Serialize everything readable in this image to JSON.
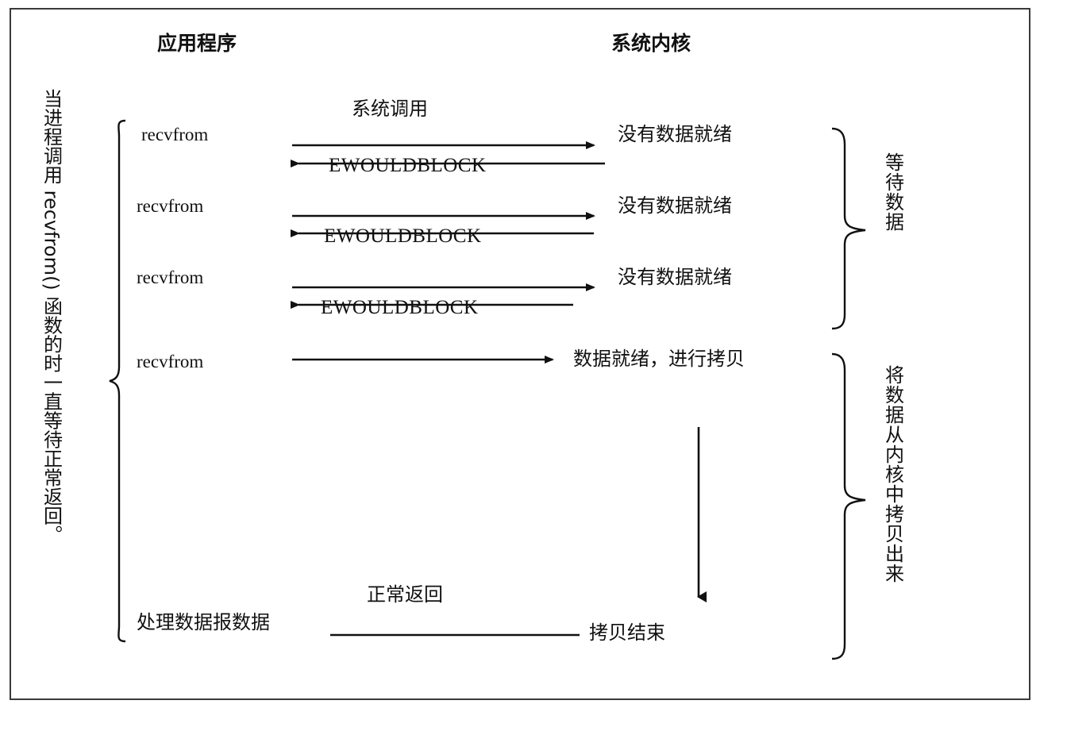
{
  "diagram": {
    "title_left": "应用程序",
    "title_right": "系统内核",
    "left_side_note": "当进程调用 recvfrom() 函数的时一直等待正常返回。",
    "right_note_top": "等待数据",
    "right_note_bottom": "将数据从内核中拷贝出来",
    "syscall_label": "系统调用",
    "error_label_1": "EWOULDBLOCK",
    "error_label_2": "EWOULDBLOCK",
    "error_label_3": "EWOULDBLOCK",
    "call_1": "recvfrom",
    "call_2": "recvfrom",
    "call_3": "recvfrom",
    "call_4": "recvfrom",
    "kernel_state_1": "没有数据就绪",
    "kernel_state_2": "没有数据就绪",
    "kernel_state_3": "没有数据就绪",
    "kernel_state_4": "数据就绪，进行拷贝",
    "bottom_app_label": "处理数据报数据",
    "bottom_return_label": "正常返回",
    "bottom_kernel_label": "拷贝结束",
    "colors": {
      "ink": "#111111",
      "border": "#3a3a3a",
      "background": "#ffffff"
    }
  }
}
